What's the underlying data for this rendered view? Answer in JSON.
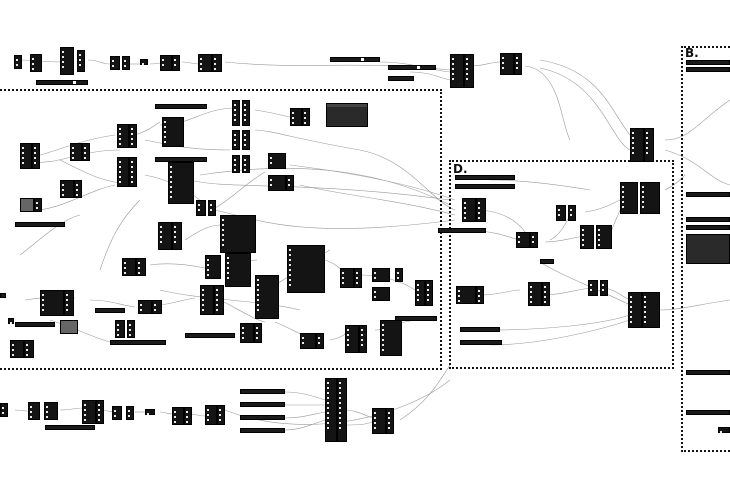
{
  "groups": [
    {
      "id": "main",
      "label": ""
    },
    {
      "id": "b",
      "label": "B."
    },
    {
      "id": "d",
      "label": "D."
    }
  ],
  "node_kinds": [
    "component",
    "slider",
    "panel"
  ],
  "colors": {
    "background": "#ffffff",
    "node": "#141414",
    "wire": "#9a9a9a",
    "frame": "#111111",
    "panel": "#2a2a2a"
  }
}
